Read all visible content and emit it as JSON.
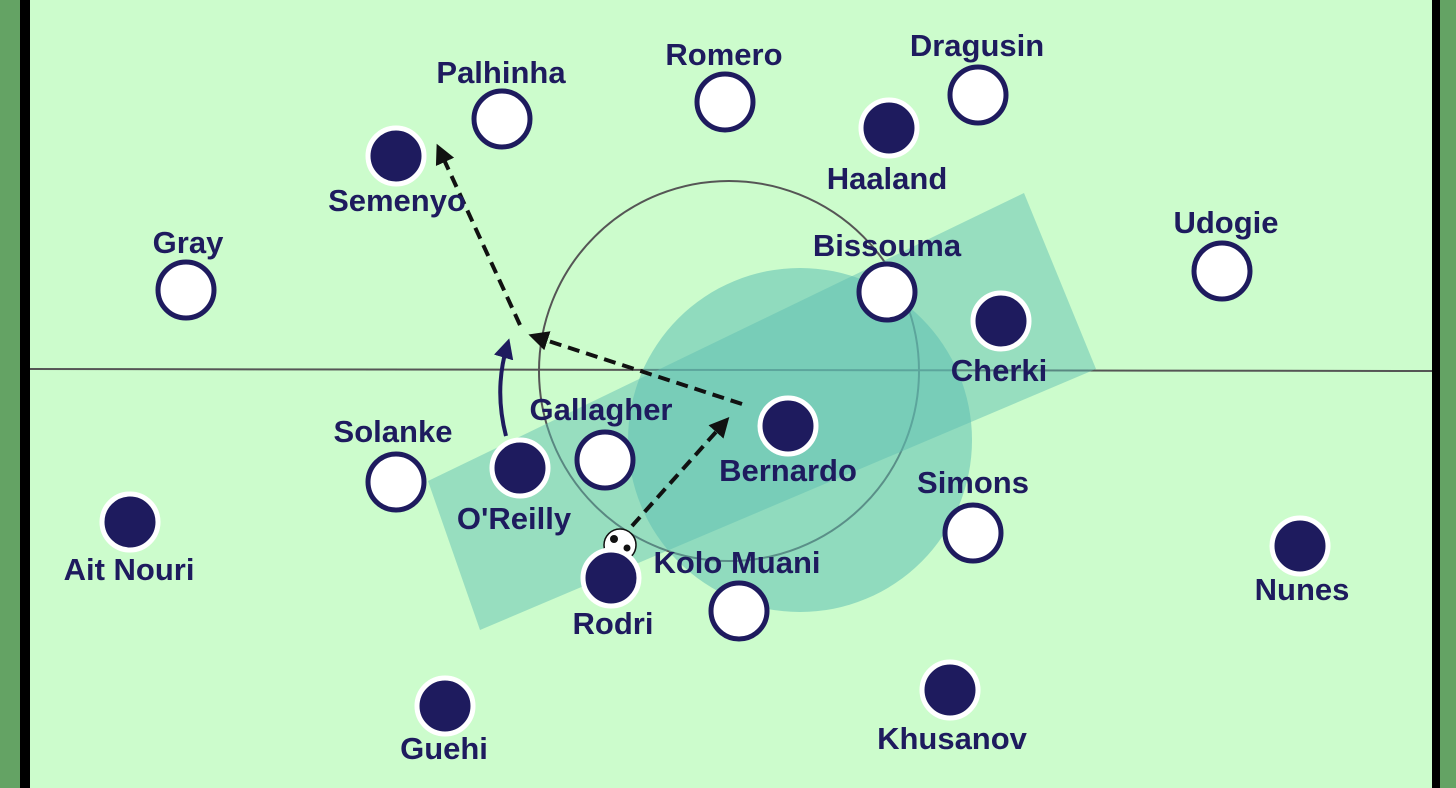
{
  "colors": {
    "pitch": "#ccfccc",
    "border": "#64a364",
    "line": "#555555",
    "navy": "#1e1b5e",
    "white": "#ffffff",
    "zone": "#5fbfb2"
  },
  "team_dark": [
    {
      "name": "Semenyo"
    },
    {
      "name": "Haaland"
    },
    {
      "name": "Cherki"
    },
    {
      "name": "Bernardo"
    },
    {
      "name": "O'Reilly"
    },
    {
      "name": "Rodri"
    },
    {
      "name": "Ait Nouri"
    },
    {
      "name": "Nunes"
    },
    {
      "name": "Guehi"
    },
    {
      "name": "Khusanov"
    }
  ],
  "team_light": [
    {
      "name": "Palhinha"
    },
    {
      "name": "Romero"
    },
    {
      "name": "Dragusin"
    },
    {
      "name": "Gray"
    },
    {
      "name": "Udogie"
    },
    {
      "name": "Bissouma"
    },
    {
      "name": "Solanke"
    },
    {
      "name": "Gallagher"
    },
    {
      "name": "Simons"
    },
    {
      "name": "Kolo Muani"
    }
  ]
}
